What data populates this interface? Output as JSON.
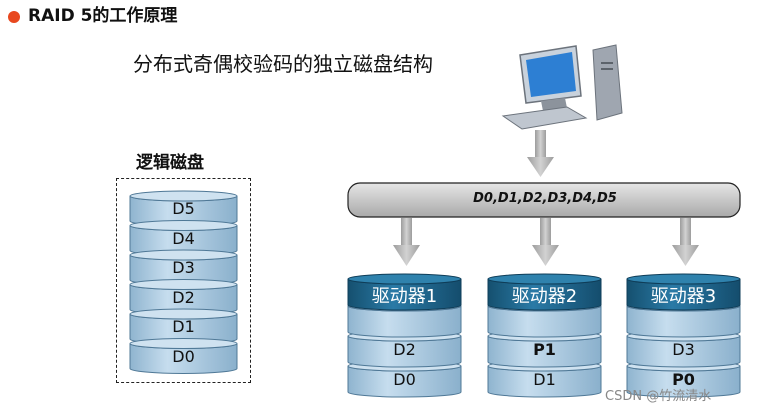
{
  "title": "RAID 5的工作原理",
  "subtitle": "分布式奇偶校验码的独立磁盘结构",
  "logical": {
    "label": "逻辑磁盘",
    "disks": [
      "D5",
      "D4",
      "D3",
      "D2",
      "D1",
      "D0"
    ]
  },
  "bus_label": "D0,D1,D2,D3,D4,D5",
  "drives": [
    {
      "name": "驱动器1",
      "blocks": [
        "",
        "D2",
        "D0"
      ]
    },
    {
      "name": "驱动器2",
      "blocks": [
        "",
        "P1",
        "D1"
      ]
    },
    {
      "name": "驱动器3",
      "blocks": [
        "",
        "D3",
        "P0"
      ]
    }
  ],
  "watermark": "CSDN @竹流清水",
  "colors": {
    "disk": "#b8d4e8",
    "disk_dark": "#7da6c4",
    "drive_header": "#1d5f86",
    "bus": "#c4c4c4",
    "arrow": "#b0b0b0",
    "accent": "#e8481f"
  }
}
